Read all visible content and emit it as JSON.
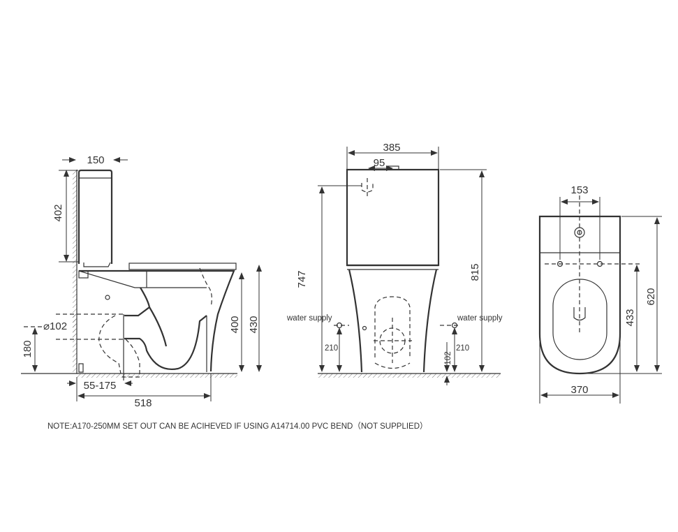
{
  "side_view": {
    "tank_depth": "150",
    "tank_height": "402",
    "outlet_diameter": "⌀102",
    "outlet_height": "180",
    "set_out": "55-175",
    "overall_depth": "518",
    "bowl_height": "400",
    "seat_height": "430"
  },
  "front_view": {
    "overall_width": "385",
    "button_offset": "95",
    "inlet_height": "747",
    "overall_height": "815",
    "water_supply_left": "water supply",
    "water_supply_right": "water supply",
    "supply_height_left": "210",
    "supply_height_right": "210",
    "floor_offset": "102"
  },
  "top_view": {
    "hole_spacing": "153",
    "overall_length": "620",
    "bowl_length": "433",
    "overall_width": "370"
  },
  "note": "NOTE:A170-250MM SET OUT CAN BE ACIHEVED IF USING A14714.00 PVC BEND（NOT SUPPLIED）"
}
